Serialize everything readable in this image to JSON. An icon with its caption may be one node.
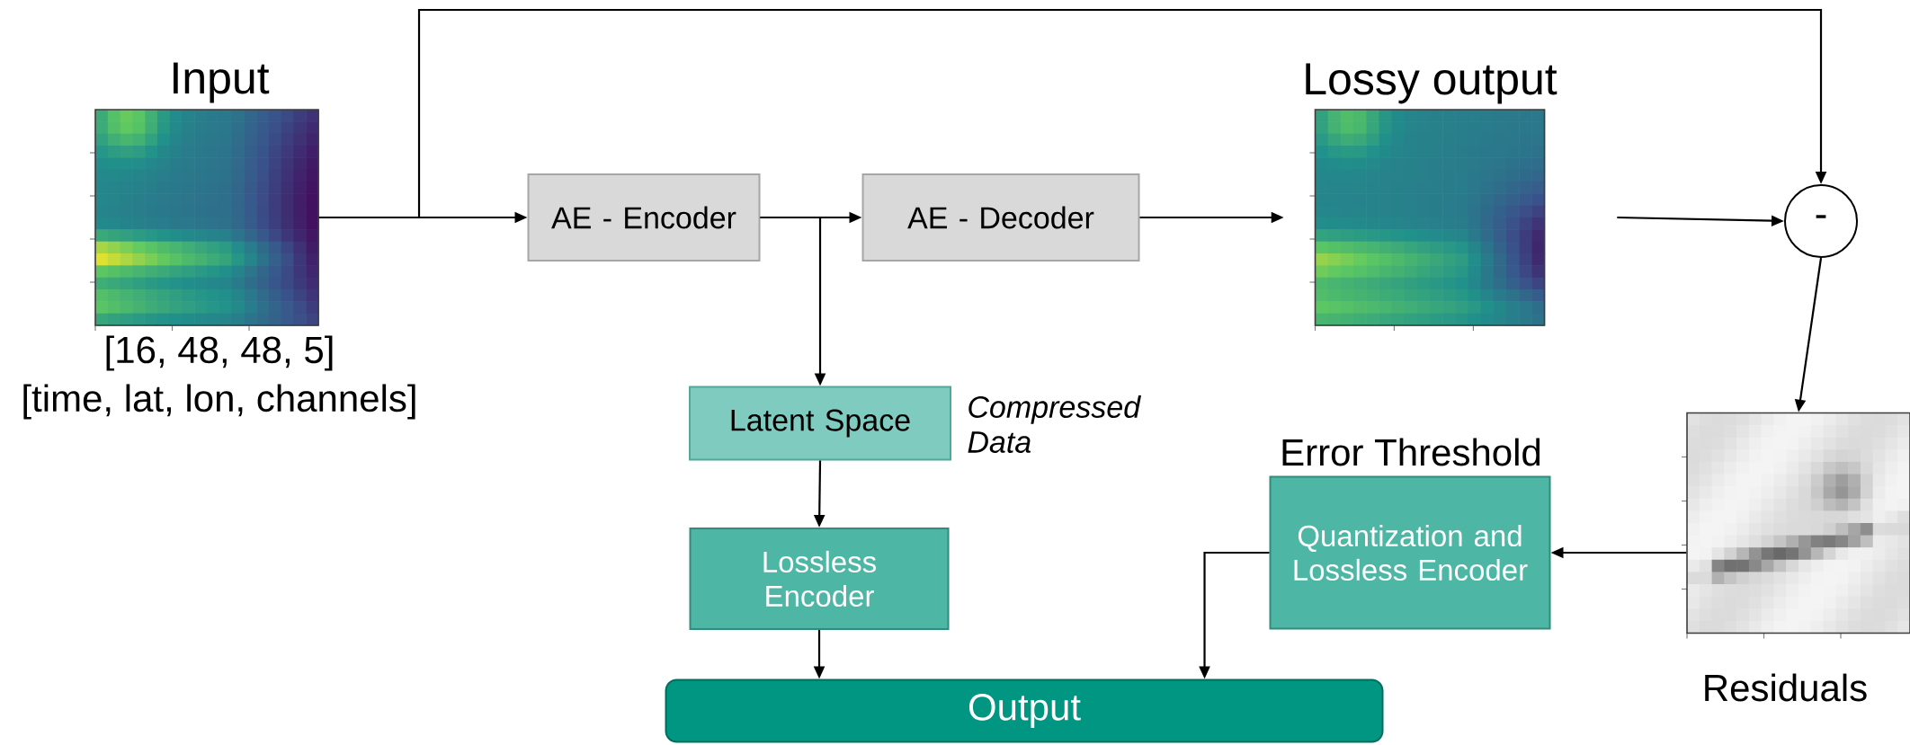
{
  "diagram": {
    "nodes": [
      {
        "text": [
          "Input"
        ],
        "beside": [
          "[16, 48, 48, 5]",
          "[time, lat, lon, channels]"
        ]
      },
      {
        "text": [
          "AE - Encoder"
        ]
      },
      {
        "text": [
          "AE - Decoder"
        ]
      },
      {
        "text": [
          "Lossy output"
        ]
      },
      {
        "text": [
          "-"
        ]
      },
      {
        "text": [
          "Residuals"
        ]
      },
      {
        "text": [
          "Latent Space"
        ],
        "beside": [
          "Compressed Data"
        ]
      },
      {
        "text": [
          "Lossless Encoder"
        ]
      },
      {
        "text": [
          "Error Threshold",
          "Quantization and Lossless Encoder"
        ]
      },
      {
        "text": [
          "Output"
        ]
      }
    ],
    "edges": [
      {
        "from": 0,
        "to": 1,
        "arrow": "to"
      },
      {
        "from": 0,
        "to": 4,
        "arrow": "to"
      },
      {
        "from": 1,
        "to": 2,
        "arrow": "to"
      },
      {
        "from": 1,
        "to": 6,
        "arrow": "to"
      },
      {
        "from": 2,
        "to": 3,
        "arrow": "to"
      },
      {
        "from": 3,
        "to": 4,
        "arrow": "to"
      },
      {
        "from": 4,
        "to": 5,
        "arrow": "to"
      },
      {
        "from": 5,
        "to": 8,
        "arrow": "to"
      },
      {
        "from": 6,
        "to": 7,
        "arrow": "to"
      },
      {
        "from": 7,
        "to": 9,
        "arrow": "to"
      },
      {
        "from": 8,
        "to": 9,
        "arrow": "to"
      }
    ]
  }
}
